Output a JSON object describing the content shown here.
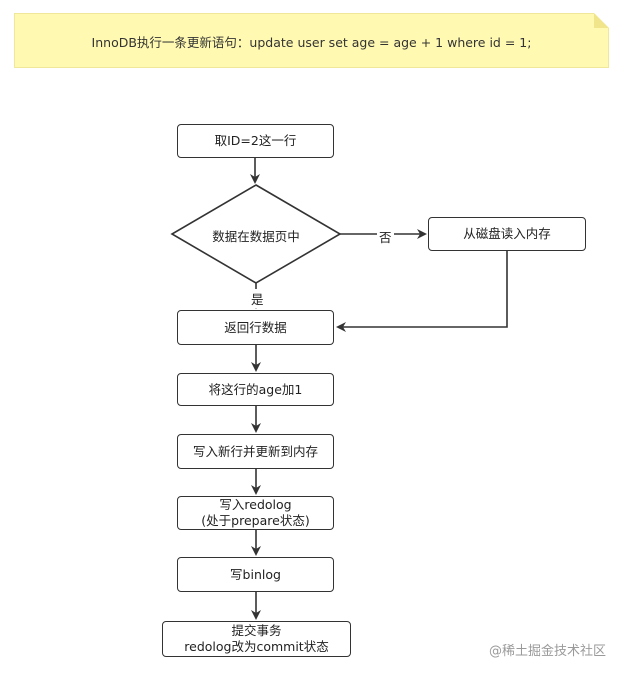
{
  "note": {
    "text": "InnoDB执行一条更新语句：update user set age = age + 1 where id = 1;"
  },
  "nodes": {
    "fetch_row": "取ID=2这一行",
    "decision": "数据在数据页中",
    "read_disk": "从磁盘读入内存",
    "return_row": "返回行数据",
    "add_one": "将这行的age加1",
    "write_new": "写入新行并更新到内存",
    "write_redolog_1": "写入redolog",
    "write_redolog_2": "(处于prepare状态)",
    "write_binlog": "写binlog",
    "commit_1": "提交事务",
    "commit_2": "redolog改为commit状态"
  },
  "edges": {
    "no_label": "否",
    "yes_label": "是"
  },
  "watermark": "@稀土掘金技术社区",
  "colors": {
    "note_bg": "#fff9b2",
    "stroke": "#333333"
  }
}
